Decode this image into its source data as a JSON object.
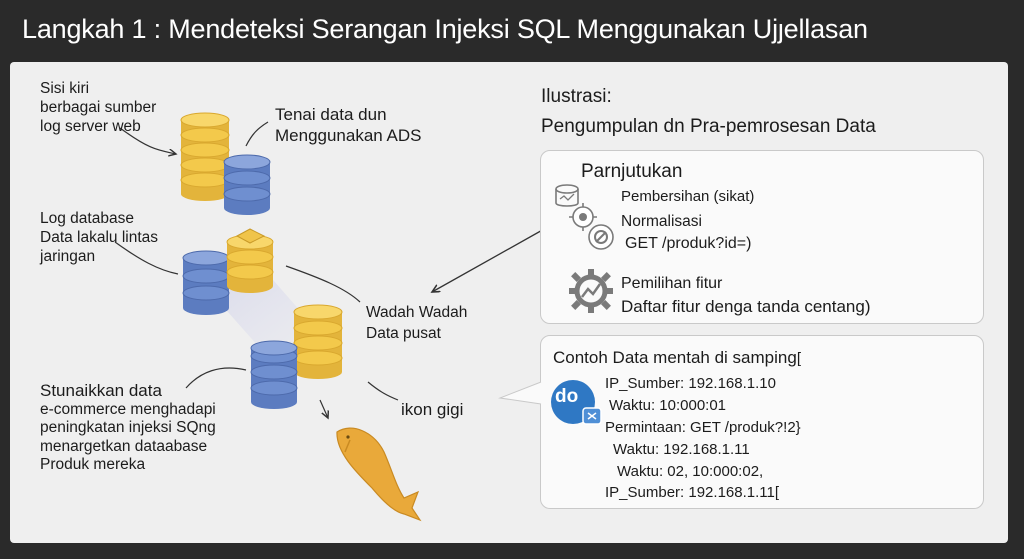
{
  "header": {
    "title": "Langkah 1 : Mendeteksi Serangan Injeksi SQL Menggunakan Ujȷellasan"
  },
  "left": {
    "sources_label": [
      "Sisi kiri",
      "berbagai sumber",
      "log server web"
    ],
    "ads_label": [
      "Tenai data dun",
      "Menggunakan ADS"
    ],
    "network_label": [
      "Log database",
      "Data lakalu lintas",
      "jaringan"
    ],
    "central_label": [
      "Wadah Wadah",
      "Data pusat"
    ],
    "scenario_label": [
      "Stunaikkan data",
      "e-commerce menghadapi",
      "peningkatan injeksi SQng",
      "menargetkan dataabase",
      "Produk mereka"
    ],
    "gear_label": "ikon gigi"
  },
  "right": {
    "illustration_title": "Ilustrasi:",
    "illustration_subtitle": "Pengumpulan dn Pra-pemrosesan Data",
    "process_box": {
      "heading": "Parnjutukan",
      "steps": [
        "Pembersihan (sikat)",
        "Normalisasi",
        "GET /produk?id=)"
      ],
      "feature_title": "Pemilihan fitur",
      "feature_desc": "Daftar fitur denga tanda centang)"
    },
    "raw_box": {
      "heading": "Contoh Data mentah di samping",
      "heading_suffix": "[",
      "logo_text": "do",
      "lines": [
        "IP_Sumber: 192.168.1.10",
        "Waktu: 10:000:01",
        "Permintaan: GET /produk?!2}",
        "Waktu: 192.168.1.11",
        "Waktu: 02, 10:000:02,",
        "IP_Sumber: 192.168.1.11["
      ]
    }
  },
  "colors": {
    "gold": "#f3c94b",
    "blue": "#6f8fd0",
    "fish": "#e9a93a",
    "icon_gray": "#7a7a7a",
    "header_bg": "#2a2a2a"
  },
  "icons": [
    "database-icon",
    "sparkle-icon",
    "normalize-icon",
    "gear-chart-icon",
    "fish-icon",
    "logo-icon"
  ]
}
